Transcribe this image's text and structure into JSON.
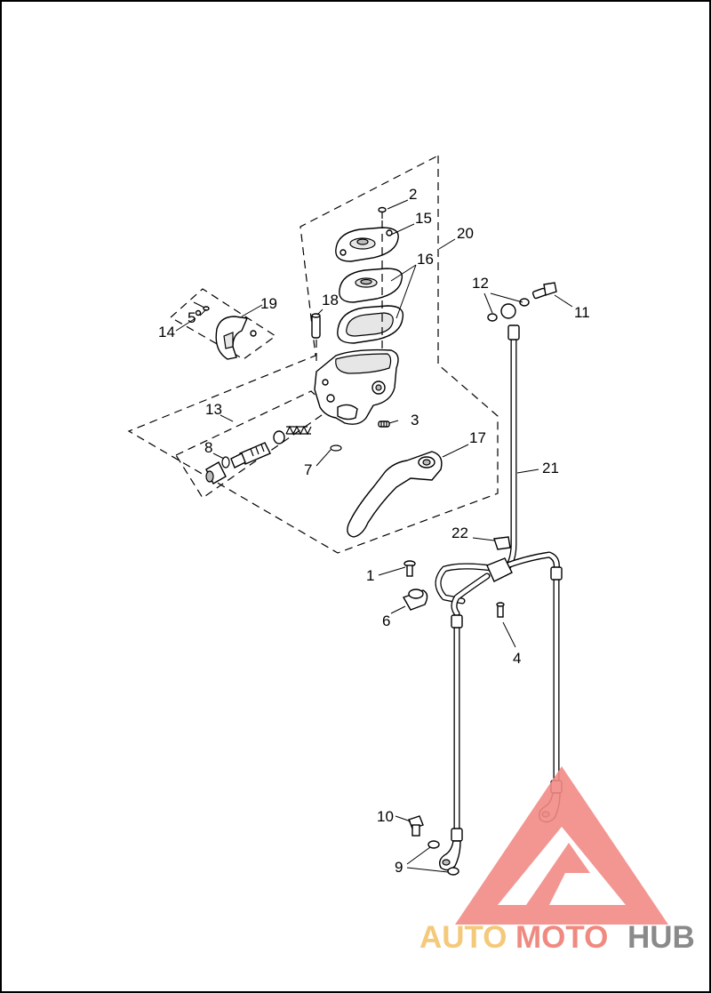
{
  "diagram": {
    "callouts": [
      {
        "id": "c1",
        "text": "1"
      },
      {
        "id": "c2",
        "text": "2"
      },
      {
        "id": "c3",
        "text": "3"
      },
      {
        "id": "c4",
        "text": "4"
      },
      {
        "id": "c5",
        "text": "5"
      },
      {
        "id": "c6",
        "text": "6"
      },
      {
        "id": "c7",
        "text": "7"
      },
      {
        "id": "c8",
        "text": "8"
      },
      {
        "id": "c9",
        "text": "9"
      },
      {
        "id": "c10",
        "text": "10"
      },
      {
        "id": "c11",
        "text": "11"
      },
      {
        "id": "c12",
        "text": "12"
      },
      {
        "id": "c13",
        "text": "13"
      },
      {
        "id": "c14",
        "text": "14"
      },
      {
        "id": "c15",
        "text": "15"
      },
      {
        "id": "c16",
        "text": "16"
      },
      {
        "id": "c17",
        "text": "17"
      },
      {
        "id": "c18",
        "text": "18"
      },
      {
        "id": "c19",
        "text": "19"
      },
      {
        "id": "c20",
        "text": "20"
      },
      {
        "id": "c21",
        "text": "21"
      },
      {
        "id": "c22",
        "text": "22"
      }
    ]
  },
  "watermark": {
    "part1": "AUTO",
    "part2": "MOTO",
    "part3": "HUB",
    "color_auto": "#f5c97a",
    "color_moto": "#f08a80",
    "color_hub": "#8a8a8a",
    "triangle_color": "#f28b86"
  }
}
